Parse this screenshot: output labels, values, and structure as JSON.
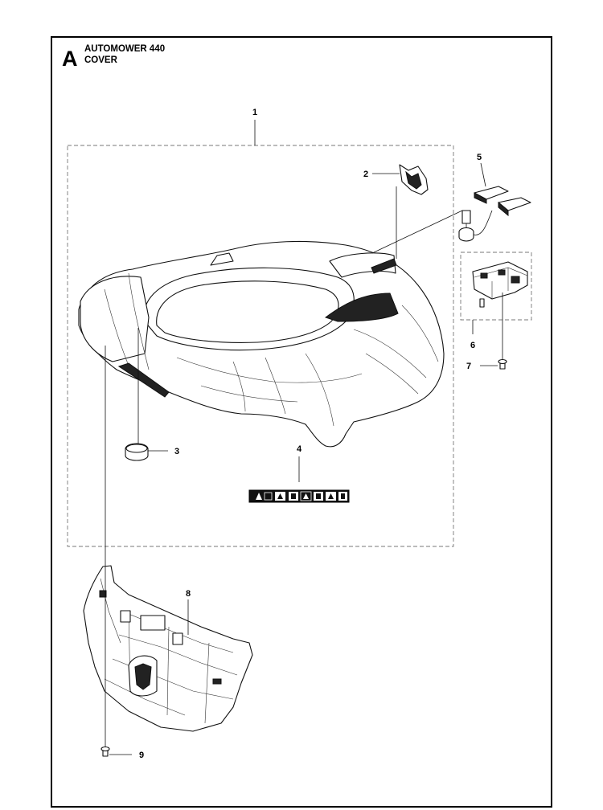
{
  "section": {
    "letter": "A",
    "model": "AUTOMOWER 440",
    "group": "COVER"
  },
  "callouts": [
    "1",
    "2",
    "3",
    "4",
    "5",
    "6",
    "7",
    "8",
    "9"
  ]
}
